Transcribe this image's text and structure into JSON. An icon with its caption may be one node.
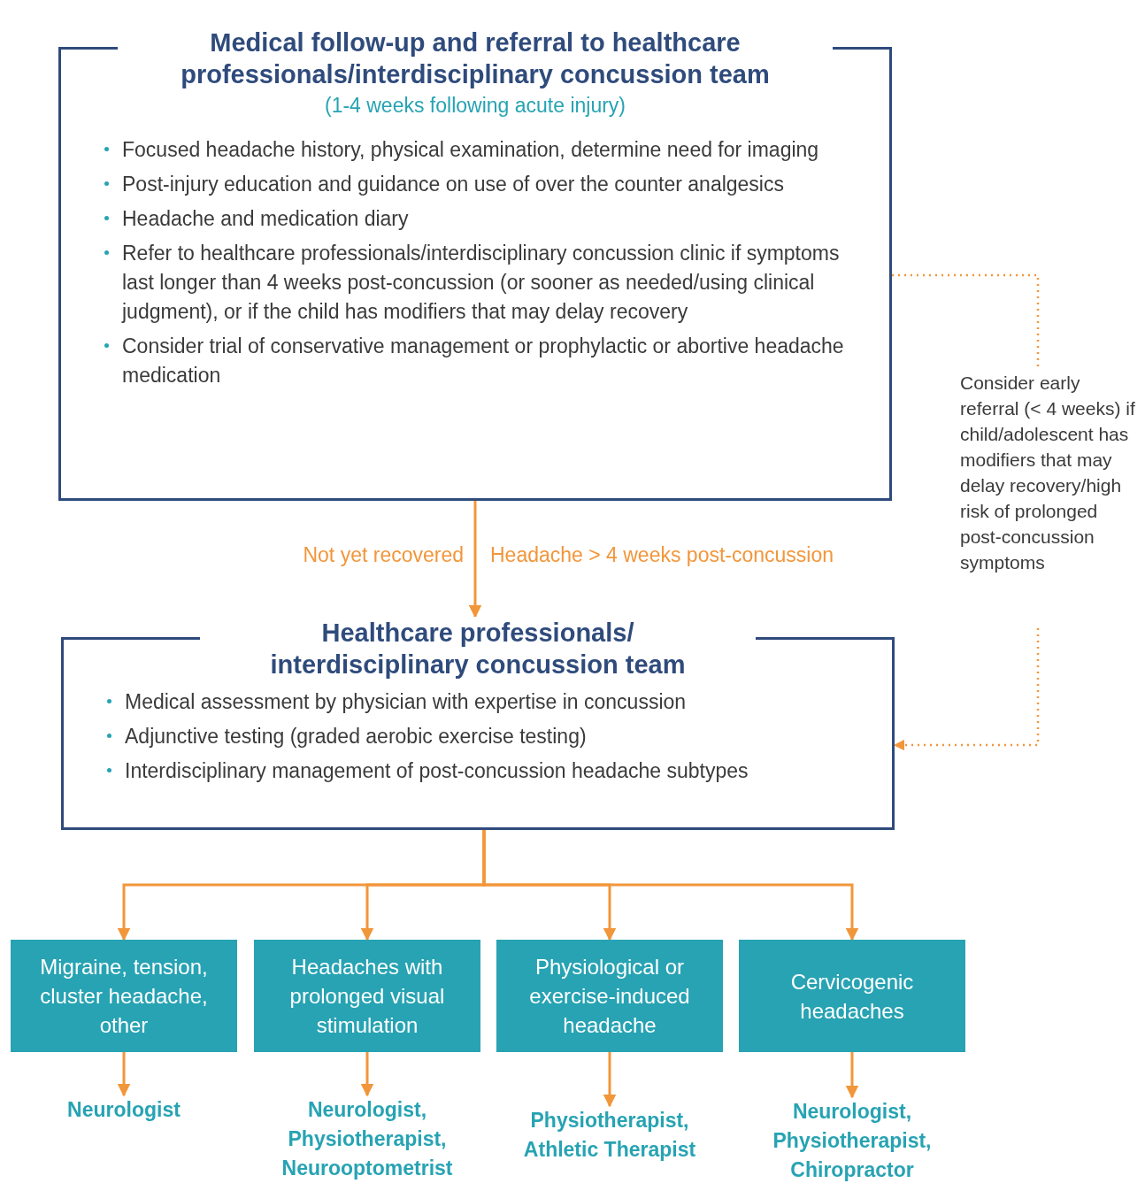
{
  "diagram": {
    "nodes": [
      {
        "text": [
          "Medical follow-up and referral to healthcare professionals/interdisciplinary concussion team",
          "(1-4 weeks following acute injury)",
          "Focused headache history, physical examination, determine need for imaging",
          "Post-injury education and guidance on use of over the counter analgesics",
          "Headache and medication diary",
          "Refer to healthcare professionals/interdisciplinary concussion clinic if symptoms last longer than 4 weeks post-concussion (or sooner as needed/using clinical judgment), or if the child has modifiers that may delay recovery",
          "Consider trial of conservative management or prophylactic or abortive headache medication"
        ]
      },
      {
        "text": [
          "Consider early referral (< 4 weeks) if child/adolescent has modifiers that may delay recovery/high risk of prolonged post-concussion symptoms"
        ]
      },
      {
        "text": [
          "Healthcare professionals/ interdisciplinary concussion team",
          "Medical assessment by physician with expertise in concussion",
          "Adjunctive testing (graded aerobic exercise testing)",
          "Interdisciplinary management of post-concussion headache subtypes"
        ]
      },
      {
        "text": [
          "Migraine, tension, cluster headache, other"
        ]
      },
      {
        "text": [
          "Headaches with prolonged visual stimulation"
        ]
      },
      {
        "text": [
          "Physiological or exercise-induced headache"
        ]
      },
      {
        "text": [
          "Cervicogenic headaches"
        ]
      },
      {
        "text": [
          "Neurologist"
        ]
      },
      {
        "text": [
          "Neurologist, Physiotherapist, Neurooptometrist"
        ]
      },
      {
        "text": [
          "Physiotherapist, Athletic Therapist"
        ]
      },
      {
        "text": [
          "Neurologist, Physiotherapist, Chiropractor"
        ]
      }
    ],
    "edges": [
      {
        "from": 0,
        "to": 2,
        "arrow": "to",
        "label": "Not yet recovered"
      },
      {
        "from": 0,
        "to": 1,
        "arrow": "none",
        "style": "dashed"
      },
      {
        "from": 1,
        "to": 2,
        "arrow": "to",
        "style": "dashed"
      },
      {
        "from": 2,
        "to": 3,
        "arrow": "to"
      },
      {
        "from": 2,
        "to": 4,
        "arrow": "to"
      },
      {
        "from": 2,
        "to": 5,
        "arrow": "to"
      },
      {
        "from": 2,
        "to": 6,
        "arrow": "to"
      },
      {
        "from": 3,
        "to": 7,
        "arrow": "to"
      },
      {
        "from": 4,
        "to": 8,
        "arrow": "to"
      },
      {
        "from": 5,
        "to": 9,
        "arrow": "to"
      },
      {
        "from": 6,
        "to": 10,
        "arrow": "to"
      }
    ],
    "labels": [
      "Headache > 4 weeks post-concussion"
    ]
  }
}
